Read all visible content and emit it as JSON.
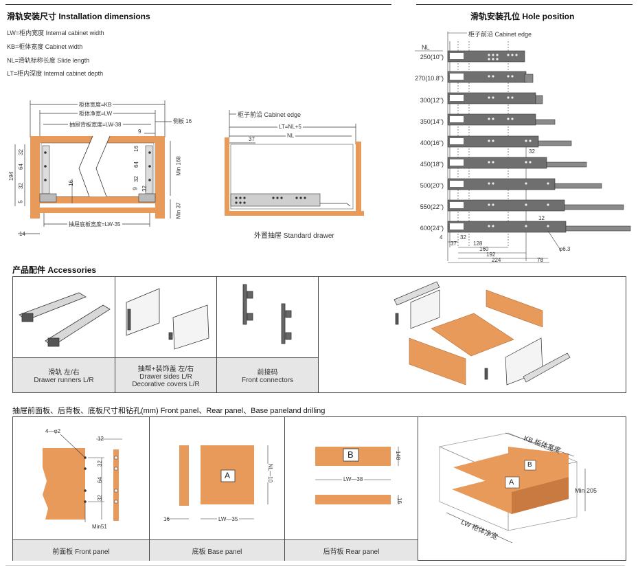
{
  "install": {
    "title": "滑轨安装尺寸 Installation dimensions",
    "defs": [
      "LW=柜内宽度  Internal cabinet width",
      "KB=柜体宽度  Cabinet width",
      "NL=滑轨标称长度  Slide length",
      "LT=柜内深度  Internal cabinet depth"
    ],
    "dims": {
      "kb": "柜体宽度=KB",
      "lw": "柜体净宽=LW",
      "rear": "抽屉背板宽度=LW-38",
      "base": "抽屉底板宽度=LW-35",
      "side": "侧板 16",
      "nine": "9",
      "d16": "16",
      "d64": "64",
      "d9": "9",
      "d32a": "32",
      "d32b": "32",
      "min168": "Min 168",
      "min37": "Min 37",
      "d194": "194",
      "d64b": "64",
      "d32c": "32",
      "d32d": "32",
      "d5": "5",
      "d16b": "16",
      "d14": "14"
    },
    "cabinet_edge": "柜子前沿 Cabinet edge",
    "lt": "LT=NL+5",
    "nl": "NL",
    "d37": "37",
    "drawer_caption": "外置抽屉 Standard drawer"
  },
  "holes": {
    "title": "滑轨安装孔位 Hole position",
    "cabinet_edge": "柜子前沿 Cabinet edge",
    "nl_header": "NL",
    "rows": [
      "250(10\")",
      "270(10.8\")",
      "300(12\")",
      "350(14\")",
      "400(16\")",
      "450(18\")",
      "500(20\")",
      "550(22\")",
      "600(24\")"
    ],
    "bottom_dims": [
      "4",
      "37",
      "32",
      "128",
      "160",
      "192",
      "224",
      "78",
      "32",
      "12",
      "φ6.3"
    ]
  },
  "accessories": {
    "title": "产品配件 Accessories",
    "items": [
      {
        "zh": "滑轨  左/右",
        "en": "Drawer runners  L/R"
      },
      {
        "zh": "抽帮+装饰盖  左/右",
        "en": "Drawer sides  L/R",
        "en2": "Decorative covers  L/R"
      },
      {
        "zh": "前接码",
        "en": "Front connectors"
      }
    ]
  },
  "panels": {
    "title": "抽屉前面板、后背板、底板尺寸和钻孔(mm)   Front panel、Rear panel、Base paneland drilling",
    "front": {
      "caption": "前面板   Front panel",
      "hole": "4—φ2",
      "d12": "12",
      "d32a": "32",
      "d64": "64",
      "d32b": "32",
      "min": "Min51"
    },
    "base": {
      "caption": "底板  Base panel",
      "letter": "A",
      "d16": "16",
      "lw": "LW—35",
      "nl": "NL—10"
    },
    "rear": {
      "caption": "后背板  Rear panel",
      "letter": "B",
      "d148": "148",
      "lw": "LW—38",
      "d16": "16"
    },
    "iso": {
      "kb": "KB 柜体宽度",
      "lw": "LW 柜体净宽",
      "min": "Min 205",
      "a": "A",
      "b": "B"
    }
  }
}
